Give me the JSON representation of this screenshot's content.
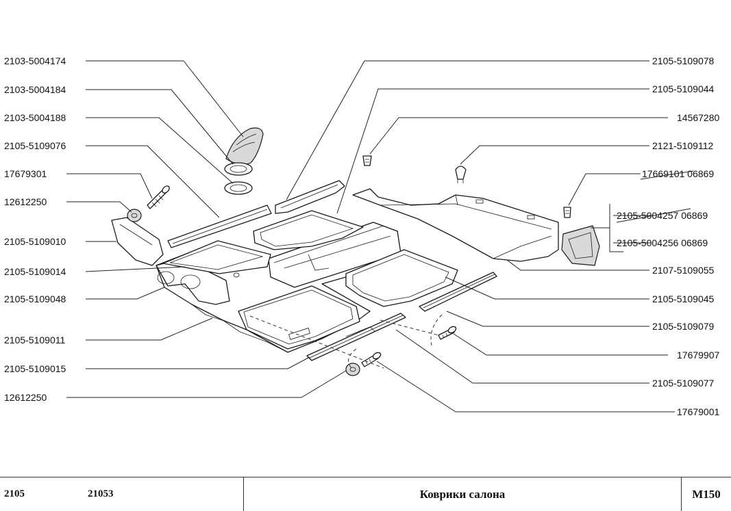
{
  "labels_left": [
    "2103-5004174",
    "2103-5004184",
    "2103-5004188",
    "2105-5109076",
    "17679301",
    "12612250",
    "2105-5109010",
    "2105-5109014",
    "2105-5109048",
    "2105-5109011",
    "2105-5109015",
    "12612250"
  ],
  "labels_right": [
    "2105-5109078",
    "2105-5109044",
    "14567280",
    "2121-5109112",
    "17669101 06869",
    "2105-5004257 06869",
    "2105-5004256 06869",
    "2107-5109055",
    "2105-5109045",
    "2105-5109079",
    "17679907",
    "2105-5109077",
    "17679001"
  ],
  "footer": {
    "model_1": "2105",
    "model_2": "21053",
    "title": "Коврики салона",
    "code": "M150"
  }
}
